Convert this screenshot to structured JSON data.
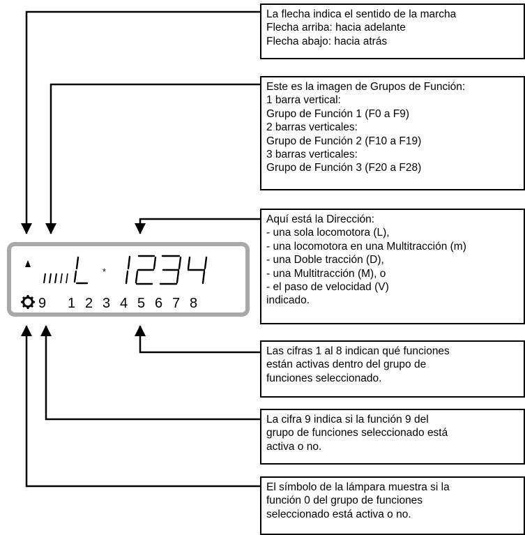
{
  "display": {
    "top_digits": [
      "1",
      "2",
      "3",
      "4"
    ],
    "bottom_digits": [
      "9",
      "1",
      "2",
      "3",
      "4",
      "5",
      "6",
      "7",
      "8"
    ]
  },
  "boxes": [
    {
      "lines": [
        "La flecha indica el sentido de la marcha",
        "Flecha arriba: hacia adelante",
        "Flecha abajo: hacia atrás"
      ]
    },
    {
      "lines": [
        "Este es la imagen de Grupos de Función:",
        "1 barra vertical:",
        "Grupo de Función 1 (F0 a F9)",
        "2 barras verticales:",
        "Grupo de Función 2 (F10 a F19)",
        "3 barras verticales:",
        "Grupo de Función 3 (F20 a F28)"
      ]
    },
    {
      "lines": [
        "Aquí está la Dirección:",
        "- una sola locomotora (L),",
        "- una locomotora en una Multitracción (m)",
        "- una Doble tracción (D),",
        "- una Multitracción (M), o",
        "- el paso de velocidad (V)",
        "indicado."
      ]
    },
    {
      "lines": [
        "Las cifras 1 al 8 indican qué funciones",
        "están activas dentro del grupo de",
        "funciones seleccionado."
      ]
    },
    {
      "lines": [
        "La cifra 9 indica si la función 9 del",
        "grupo de funciones seleccionado está",
        "activa o no."
      ]
    },
    {
      "lines": [
        "El símbolo de la lámpara muestra si la",
        "función 0 del grupo de funciones",
        "seleccionado está activa o no."
      ]
    }
  ]
}
